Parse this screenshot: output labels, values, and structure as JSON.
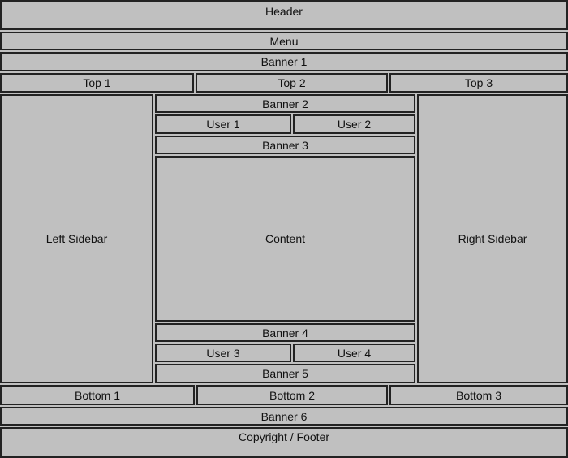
{
  "colors": {
    "background": "#c0c0c0",
    "box_fill": "#c0c0c0",
    "border": "#222222",
    "text": "#111111"
  },
  "regions": {
    "header": "Header",
    "menu": "Menu",
    "banner1": "Banner 1",
    "top": [
      "Top 1",
      "Top 2",
      "Top 3"
    ],
    "left_sidebar": "Left Sidebar",
    "banner2": "Banner 2",
    "users_top": [
      "User 1",
      "User 2"
    ],
    "banner3": "Banner 3",
    "content": "Content",
    "banner4": "Banner 4",
    "users_bottom": [
      "User 3",
      "User 4"
    ],
    "banner5": "Banner 5",
    "right_sidebar": "Right Sidebar",
    "bottom": [
      "Bottom 1",
      "Bottom 2",
      "Bottom 3"
    ],
    "banner6": "Banner 6",
    "footer": "Copyright / Footer"
  }
}
